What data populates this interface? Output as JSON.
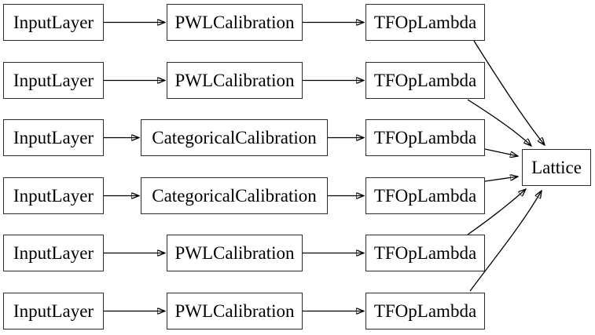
{
  "diagram": {
    "kind": "model-architecture-graph",
    "colors": {
      "background": "#ffffff",
      "node_fill": "#ffffff",
      "node_border": "#2b2b2b",
      "edge": "#000000",
      "text": "#000000"
    },
    "rows": [
      {
        "input": "InputLayer",
        "calibration": "PWLCalibration",
        "op": "TFOpLambda"
      },
      {
        "input": "InputLayer",
        "calibration": "PWLCalibration",
        "op": "TFOpLambda"
      },
      {
        "input": "InputLayer",
        "calibration": "CategoricalCalibration",
        "op": "TFOpLambda"
      },
      {
        "input": "InputLayer",
        "calibration": "CategoricalCalibration",
        "op": "TFOpLambda"
      },
      {
        "input": "InputLayer",
        "calibration": "PWLCalibration",
        "op": "TFOpLambda"
      },
      {
        "input": "InputLayer",
        "calibration": "PWLCalibration",
        "op": "TFOpLambda"
      }
    ],
    "output_node": {
      "label": "Lattice"
    },
    "edges": [
      {
        "from": "input-layer-1",
        "to": "pwl-calibration-1"
      },
      {
        "from": "pwl-calibration-1",
        "to": "tf-op-lambda-1"
      },
      {
        "from": "tf-op-lambda-1",
        "to": "lattice"
      },
      {
        "from": "input-layer-2",
        "to": "pwl-calibration-2"
      },
      {
        "from": "pwl-calibration-2",
        "to": "tf-op-lambda-2"
      },
      {
        "from": "tf-op-lambda-2",
        "to": "lattice"
      },
      {
        "from": "input-layer-3",
        "to": "categorical-calibration-3"
      },
      {
        "from": "categorical-calibration-3",
        "to": "tf-op-lambda-3"
      },
      {
        "from": "tf-op-lambda-3",
        "to": "lattice"
      },
      {
        "from": "input-layer-4",
        "to": "categorical-calibration-4"
      },
      {
        "from": "categorical-calibration-4",
        "to": "tf-op-lambda-4"
      },
      {
        "from": "tf-op-lambda-4",
        "to": "lattice"
      },
      {
        "from": "input-layer-5",
        "to": "pwl-calibration-5"
      },
      {
        "from": "pwl-calibration-5",
        "to": "tf-op-lambda-5"
      },
      {
        "from": "tf-op-lambda-5",
        "to": "lattice"
      },
      {
        "from": "input-layer-6",
        "to": "pwl-calibration-6"
      },
      {
        "from": "pwl-calibration-6",
        "to": "tf-op-lambda-6"
      },
      {
        "from": "tf-op-lambda-6",
        "to": "lattice"
      }
    ]
  }
}
